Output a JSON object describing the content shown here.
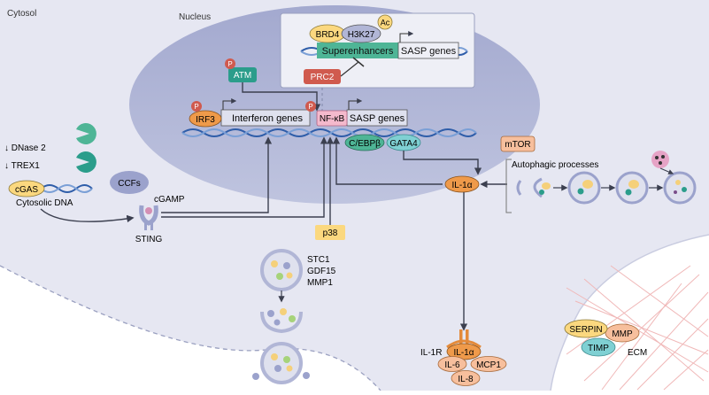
{
  "regions": {
    "cytosol": "Cytosol",
    "nucleus": "Nucleus",
    "ecm": "ECM"
  },
  "phospho": "P",
  "acetyl": "Ac",
  "nodes": {
    "brd4": "BRD4",
    "h3k27": "H3K27",
    "superenhancers": "Superenhancers",
    "sasp_genes_top": "SASP genes",
    "prc2": "PRC2",
    "atm": "ATM",
    "irf3": "IRF3",
    "interferon_genes": "Interferon genes",
    "nfkb": "NF-κB",
    "sasp_genes": "SASP genes",
    "cebpb": "C/EBPβ",
    "gata4": "GATA4",
    "dnase2": "↓ DNase 2",
    "trex1": "↓ TREX1",
    "ccfs": "CCFs",
    "cgas": "cGAS",
    "cytosolic_dna": "Cytosolic DNA",
    "cgamp": "cGAMP",
    "sting": "STING",
    "p38": "p38",
    "mtor": "mTOR",
    "autophagic": "Autophagic processes",
    "il1a": "IL-1α",
    "il1a_bound": "IL-1α",
    "il1r": "IL-1R",
    "il6": "IL-6",
    "il8": "IL-8",
    "mcp1": "MCP1",
    "serpin": "SERPIN",
    "mmp": "MMP",
    "timp": "TIMP"
  },
  "vesicle_contents": [
    "STC1",
    "GDF15",
    "MMP1"
  ],
  "colors": {
    "cytosol": "#e6e7f2",
    "nucleus": "#b1b6d6",
    "dna": "#2e5da9",
    "pink": "#f4b9cc",
    "orange": "#ef9a4a",
    "green": "#2b9d8b",
    "yellow": "#fbd87f",
    "teal": "#7fd0d3",
    "red": "#d05a4e",
    "salmon": "#f7bf9d"
  }
}
